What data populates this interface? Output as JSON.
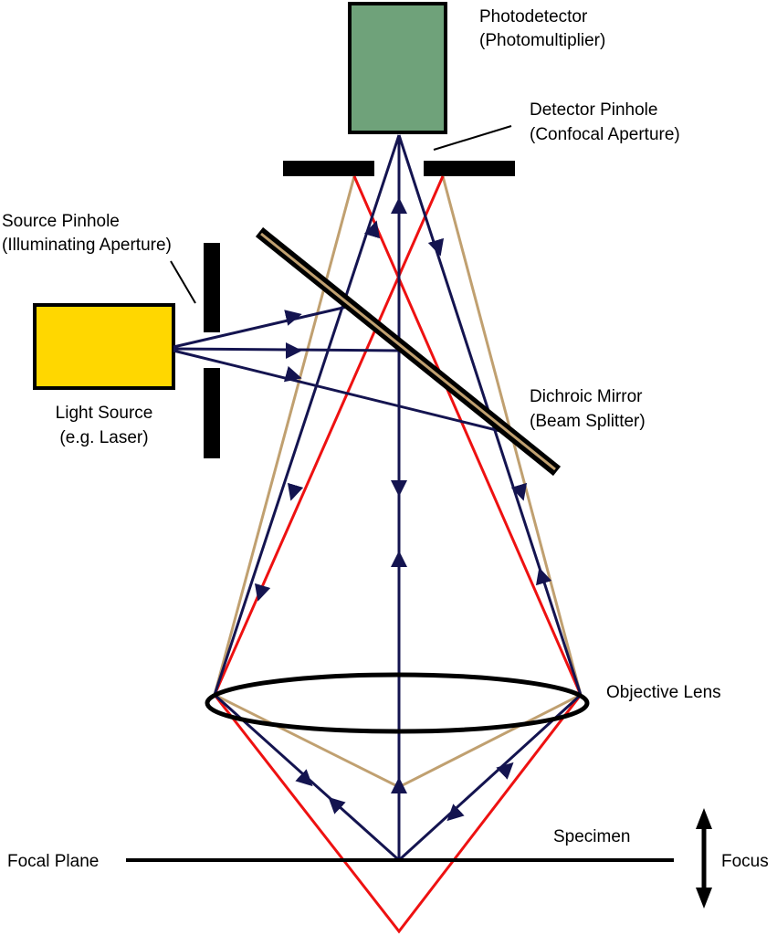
{
  "labels": {
    "photodetector": [
      "Photodetector",
      "(Photomultiplier)"
    ],
    "detector_pinhole": [
      "Detector Pinhole",
      "(Confocal Aperture)"
    ],
    "source_pinhole": [
      "Source Pinhole",
      "(Illuminating Aperture)"
    ],
    "light_source": [
      "Light Source",
      "(e.g. Laser)"
    ],
    "dichroic_mirror": [
      "Dichroic Mirror",
      "(Beam Splitter)"
    ],
    "objective_lens": "Objective Lens",
    "specimen": "Specimen",
    "focal_plane": "Focal Plane",
    "focus": "Focus"
  },
  "colors": {
    "photodetector": "#6fa27a",
    "light_source": "#ffd700",
    "ray_navy": "#141450",
    "ray_red": "#ee1111",
    "ray_tan": "#c0a070",
    "mirror_core": "#c0a070",
    "black": "#000000"
  }
}
